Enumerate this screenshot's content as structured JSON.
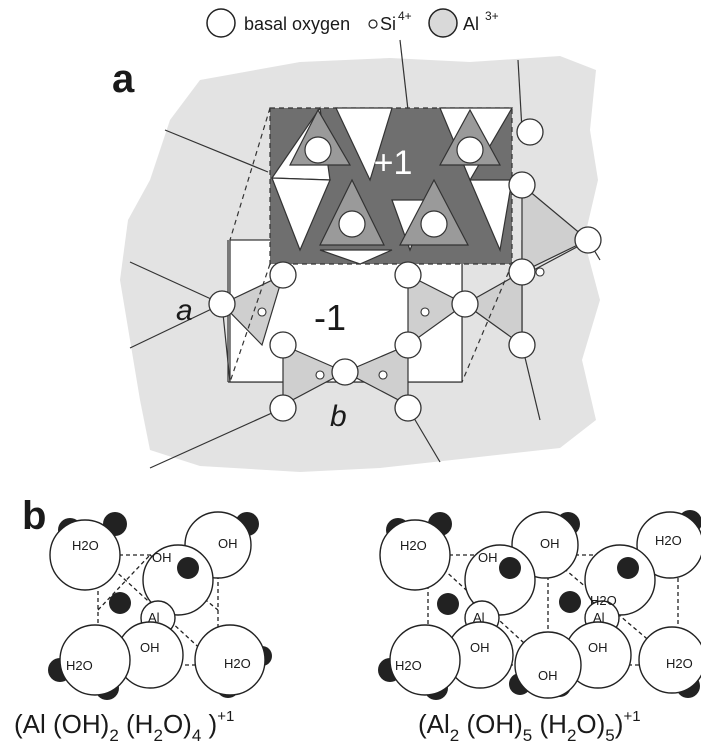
{
  "legend": {
    "basal_oxygen": "basal oxygen",
    "si_symbol": "Si",
    "si_charge": "4+",
    "al_symbol": "Al",
    "al_charge": "3+"
  },
  "panel_a": {
    "label": "a",
    "top_charge": "+1",
    "center_charge": "-1",
    "axis_a": "a",
    "axis_b": "b"
  },
  "panel_b": {
    "label": "b",
    "left_labels": {
      "h2o_tl": "H2O",
      "oh_tc": "OH",
      "oh_tr": "OH",
      "al": "Al",
      "oh_c": "OH",
      "h2o_bl": "H2O",
      "h2o_br": "H2O"
    },
    "right_labels": {
      "h2o_tl": "H2O",
      "oh_1": "OH",
      "oh_2": "OH",
      "h2o_tr": "H2O",
      "al_1": "Al",
      "al_2": "Al",
      "h2o_c": "H2O",
      "oh_c1": "OH",
      "oh_c2": "OH",
      "h2o_bl": "H2O",
      "oh_b": "OH",
      "h2o_br": "H2O"
    },
    "formula_left": {
      "open": "(Al (OH)",
      "s1": "2",
      "mid": " (H",
      "s2": "2",
      "mid2": "O)",
      "s3": "4",
      "close": " )",
      "charge": "+1"
    },
    "formula_right": {
      "open": "(Al",
      "s1": "2",
      "mid": " (OH)",
      "s2": "5",
      "mid2": " (H",
      "s3": "2",
      "mid3": "O)",
      "s4": "5",
      "close": ")",
      "charge": "+1"
    }
  }
}
